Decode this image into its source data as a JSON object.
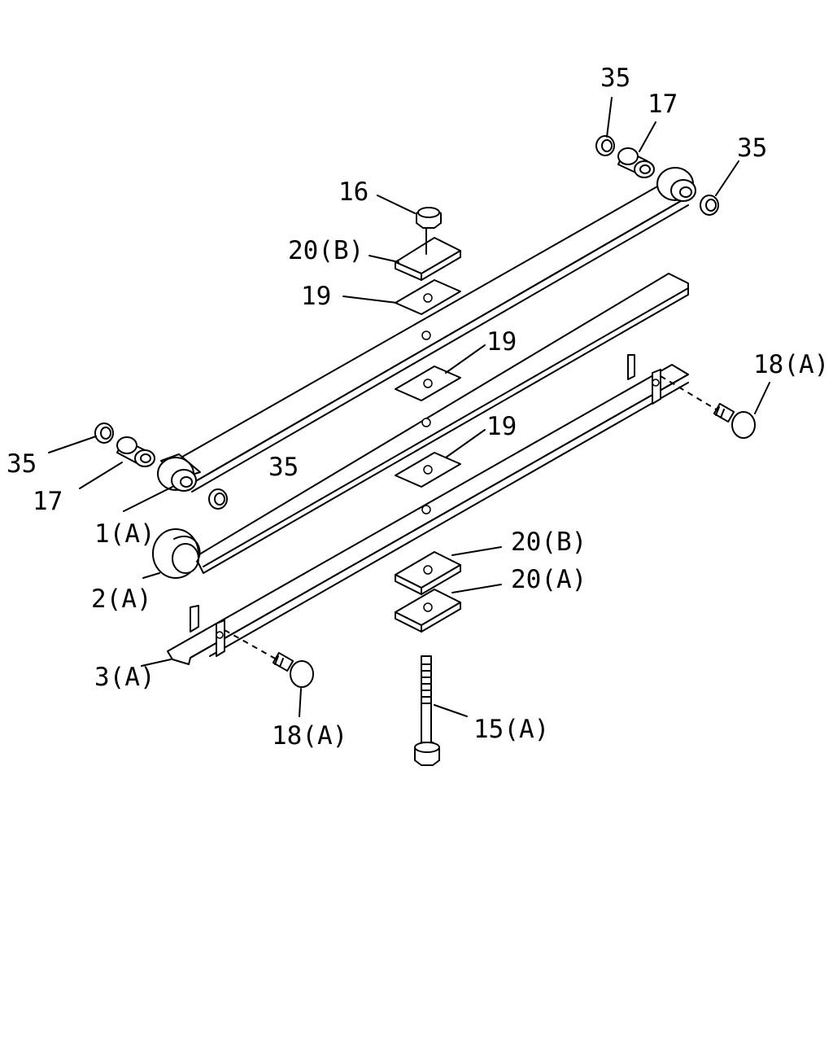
{
  "diagram": {
    "callouts": {
      "c35_top": "35",
      "c17_top": "17",
      "c35_right": "35",
      "c16": "16",
      "c20b_top": "20(B)",
      "c19_top": "19",
      "c19_mid": "19",
      "c18a_right": "18(A)",
      "c19_low": "19",
      "c35_left": "35",
      "c35_center": "35",
      "c17_left": "17",
      "c1a": "1(A)",
      "c20b_low": "20(B)",
      "c20a": "20(A)",
      "c2a": "2(A)",
      "c3a": "3(A)",
      "c15a": "15(A)",
      "c18a_left": "18(A)"
    },
    "parts": [
      "leaf-1-with-eyes",
      "leaf-2-with-eye",
      "leaf-3-with-clips",
      "center-bolt",
      "nut",
      "spacer-plates",
      "bushings",
      "washers",
      "clip-bolts"
    ]
  }
}
